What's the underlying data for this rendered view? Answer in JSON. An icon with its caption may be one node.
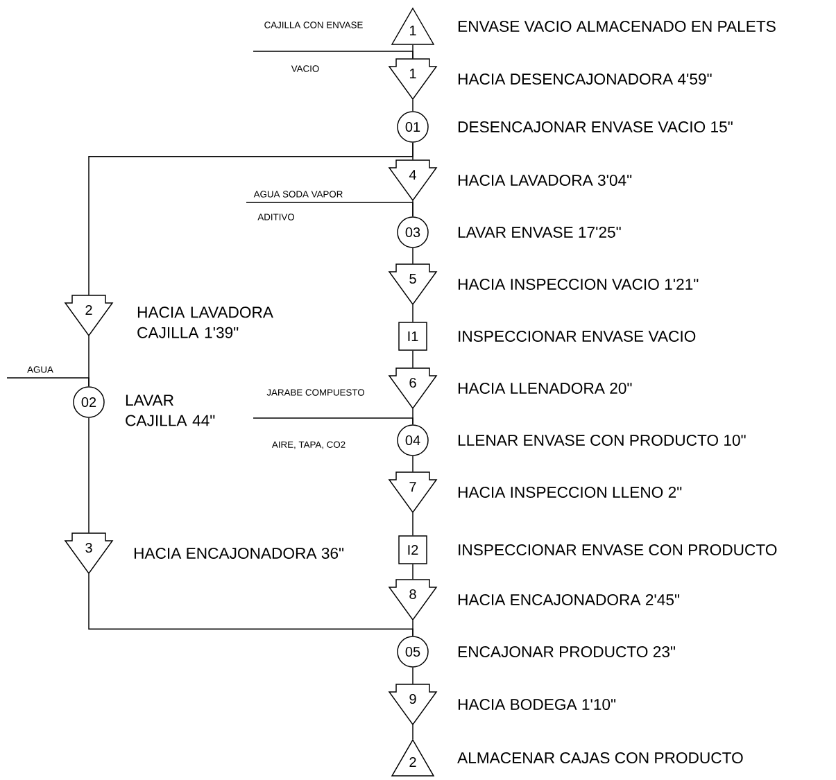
{
  "diagram": {
    "nodes": [
      {
        "text": [
          "1"
        ],
        "beside": [
          "ENVASE VACIO ALMACENADO EN PALETS"
        ]
      },
      {
        "text": [
          "1"
        ],
        "beside": [
          "HACIA DESENCAJONADORA 4'59\""
        ]
      },
      {
        "text": [
          "01"
        ],
        "beside": [
          "DESENCAJONAR ENVASE VACIO 15\""
        ]
      },
      {
        "text": [
          "4"
        ],
        "beside": [
          "HACIA LAVADORA 3'04\""
        ]
      },
      {
        "text": [
          "03"
        ],
        "beside": [
          "LAVAR ENVASE 17'25\""
        ]
      },
      {
        "text": [
          "5"
        ],
        "beside": [
          "HACIA INSPECCION VACIO 1'21\""
        ]
      },
      {
        "text": [
          "I1"
        ],
        "beside": [
          "INSPECCIONAR ENVASE VACIO"
        ]
      },
      {
        "text": [
          "6"
        ],
        "beside": [
          "HACIA LLENADORA 20\""
        ]
      },
      {
        "text": [
          "04"
        ],
        "beside": [
          "LLENAR ENVASE CON PRODUCTO 10\""
        ]
      },
      {
        "text": [
          "7"
        ],
        "beside": [
          "HACIA INSPECCION LLENO 2\""
        ]
      },
      {
        "text": [
          "I2"
        ],
        "beside": [
          "INSPECCIONAR ENVASE CON PRODUCTO"
        ]
      },
      {
        "text": [
          "8"
        ],
        "beside": [
          "HACIA ENCAJONADORA 2'45\""
        ]
      },
      {
        "text": [
          "05"
        ],
        "beside": [
          "ENCAJONAR PRODUCTO 23\""
        ]
      },
      {
        "text": [
          "9"
        ],
        "beside": [
          "HACIA BODEGA 1'10\""
        ]
      },
      {
        "text": [
          "2"
        ],
        "beside": [
          "ALMACENAR CAJAS CON PRODUCTO"
        ]
      },
      {
        "text": [
          "2"
        ],
        "beside": [
          "HACIA LAVADORA CAJILLA 1'39\""
        ]
      },
      {
        "text": [
          "02"
        ],
        "beside": [
          "LAVAR CAJILLA 44\""
        ]
      },
      {
        "text": [
          "3"
        ],
        "beside": [
          "HACIA ENCAJONADORA 36\""
        ]
      }
    ],
    "edges": [
      {
        "from": 0,
        "to": 1,
        "arrow": "none"
      },
      {
        "from": 1,
        "to": 2,
        "arrow": "none"
      },
      {
        "from": 2,
        "to": 3,
        "arrow": "none"
      },
      {
        "from": 3,
        "to": 4,
        "arrow": "none"
      },
      {
        "from": 4,
        "to": 5,
        "arrow": "none"
      },
      {
        "from": 5,
        "to": 6,
        "arrow": "none"
      },
      {
        "from": 6,
        "to": 7,
        "arrow": "none"
      },
      {
        "from": 7,
        "to": 8,
        "arrow": "none"
      },
      {
        "from": 8,
        "to": 9,
        "arrow": "none"
      },
      {
        "from": 9,
        "to": 10,
        "arrow": "none"
      },
      {
        "from": 10,
        "to": 11,
        "arrow": "none"
      },
      {
        "from": 11,
        "to": 12,
        "arrow": "none"
      },
      {
        "from": 12,
        "to": 13,
        "arrow": "none"
      },
      {
        "from": 13,
        "to": 14,
        "arrow": "none"
      },
      {
        "from": 2,
        "to": 15,
        "arrow": "none"
      },
      {
        "from": 15,
        "to": 16,
        "arrow": "none"
      },
      {
        "from": 16,
        "to": 17,
        "arrow": "none"
      },
      {
        "from": 17,
        "to": 12,
        "arrow": "none"
      },
      {
        "from": null,
        "to": 1,
        "arrow": "none"
      },
      {
        "from": null,
        "to": 4,
        "arrow": "none"
      },
      {
        "from": null,
        "to": 16,
        "arrow": "none"
      },
      {
        "from": null,
        "to": 8,
        "arrow": "none"
      }
    ],
    "labels": [
      "CAJILLA CON ENVASE",
      "VACIO",
      "AGUA SODA VAPOR",
      "ADITIVO",
      "AGUA",
      "JARABE COMPUESTO",
      "AIRE, TAPA, CO2"
    ]
  }
}
